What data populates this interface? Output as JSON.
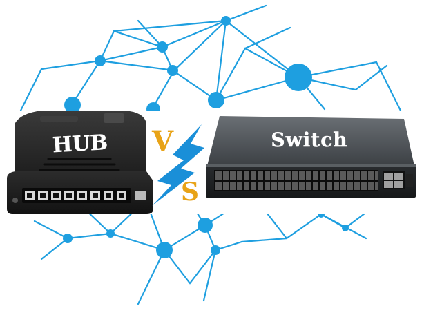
{
  "labels": {
    "hub": "HUB",
    "switch": "Switch",
    "vs_v": "V",
    "vs_s": "S"
  },
  "colors": {
    "network_blue": "#1E9FE0",
    "vs_gold": "#E8A317",
    "lightning_blue": "#1A8FD8",
    "device_dark": "#2A2A2A",
    "switch_gray": "#4A4E52"
  }
}
